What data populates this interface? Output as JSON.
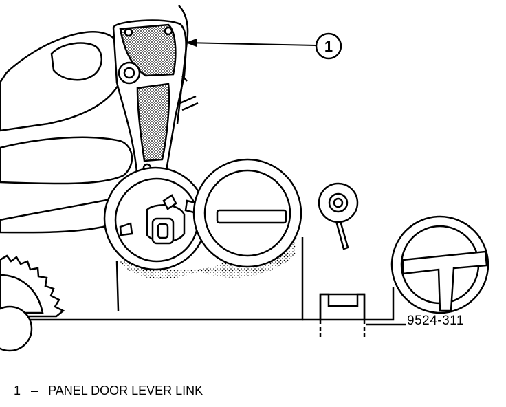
{
  "figure": {
    "callout_number": "1",
    "figure_id": "9524-311"
  },
  "legend": {
    "items": [
      {
        "number": "1",
        "separator": "–",
        "label": "PANEL DOOR LEVER LINK"
      }
    ]
  }
}
